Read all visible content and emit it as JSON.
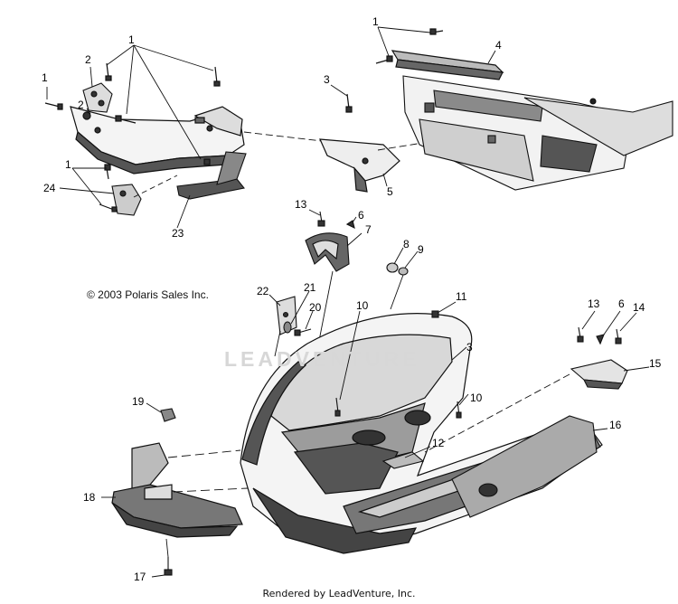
{
  "copyright": "© 2003 Polaris Sales Inc.",
  "watermark": "LEADVENTURE",
  "footer": "Rendered by LeadVenture, Inc.",
  "colors": {
    "line": "#111111",
    "shade": "#9a9a9a",
    "dark": "#4a4a4a",
    "watermark": "#d7d7d7"
  },
  "callouts": [
    "1",
    "1",
    "1",
    "1",
    "2",
    "2",
    "24",
    "1",
    "23",
    "3",
    "4",
    "5",
    "13",
    "6",
    "7",
    "8",
    "9",
    "22",
    "21",
    "20",
    "10",
    "11",
    "3",
    "13",
    "6",
    "14",
    "15",
    "10",
    "16",
    "12",
    "19",
    "18",
    "17"
  ]
}
